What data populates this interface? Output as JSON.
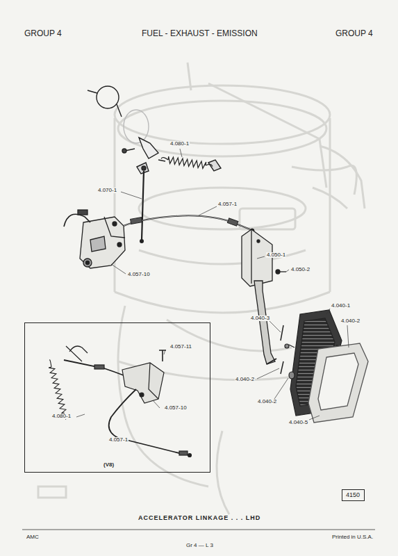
{
  "diagram": {
    "title": "FUEL - EXHAUST - EMISSION",
    "caption": "ACCELERATOR LINKAGE . . . LHD",
    "nodes": [
      {
        "text": [
          "4.057-11",
          "4.057-10",
          "4.080-1",
          "4.057-1",
          "(V8)"
        ]
      },
      {
        "text": [
          "4150"
        ]
      }
    ],
    "edges": [],
    "labels": [
      "GROUP 4",
      "GROUP 4",
      "4.080-1",
      "4.070-1",
      "4.057-1",
      "4.057-10",
      "4.050-1",
      "4.050-2",
      "4.040-3",
      "4.040-1",
      "4.040-2",
      "4.040-2",
      "4.040-2",
      "4.040-5",
      "AMC",
      "Gr 4 — L 3",
      "Printed in U.S.A."
    ]
  }
}
